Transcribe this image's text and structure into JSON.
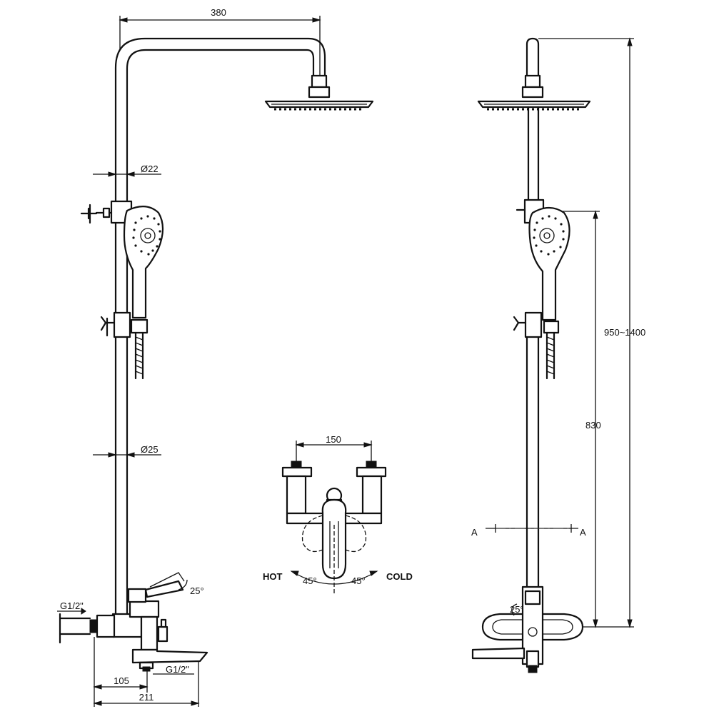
{
  "labels": {
    "dim_top_width": "380",
    "dim_pipe_upper": "Ø22",
    "dim_pipe_lower": "Ø25",
    "dim_angle_lever": "25°",
    "dim_inlet_left": "G1/2\"",
    "dim_inlet_bottom": "G1/2\"",
    "dim_offset_105": "105",
    "dim_depth_211": "211",
    "dim_centers": "150",
    "label_hot": "HOT",
    "label_cold": "COLD",
    "dim_angle_hot": "45°",
    "dim_angle_cold": "45°",
    "dim_height_range": "950~1400",
    "dim_height_830": "830",
    "section_a_left": "A",
    "section_a_right": "A"
  },
  "colors": {
    "line": "#111111",
    "background": "#ffffff"
  }
}
